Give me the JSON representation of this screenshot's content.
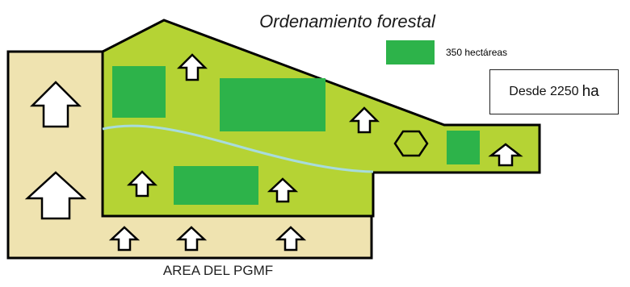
{
  "title": "Ordenamiento forestal",
  "legend": {
    "label": "350 hectáreas",
    "color": "#2db34a"
  },
  "callout": {
    "text": "Desde 2250",
    "unit": "ha"
  },
  "area_label": "AREA DEL PGMF",
  "colors": {
    "outer_area": "#efe3b0",
    "forest_area": "#b5d334",
    "harvest_block": "#2db34a",
    "river": "#a8dcdc",
    "outline": "#000000"
  },
  "icons": {
    "arrow": "up-arrow-icon",
    "hexagon": "hexagon-icon"
  }
}
